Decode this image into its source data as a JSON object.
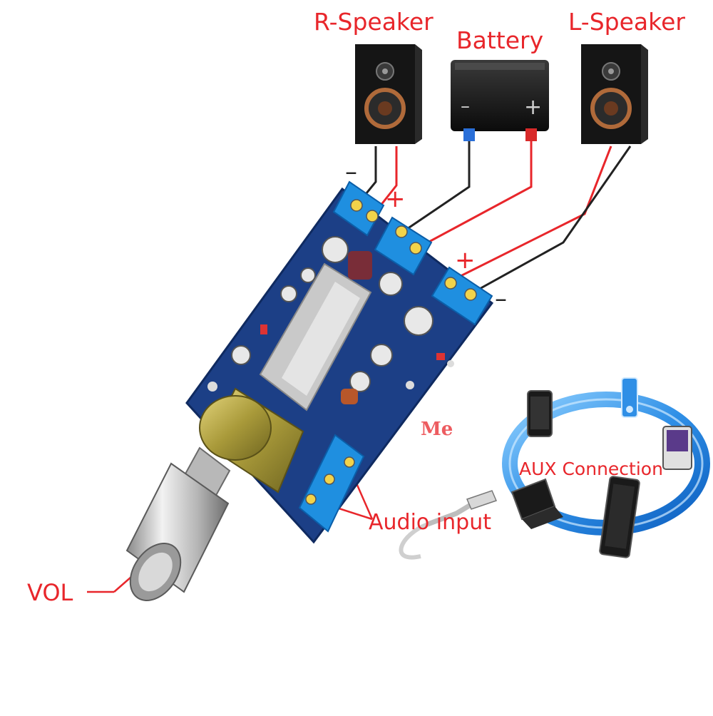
{
  "labels": {
    "r_speaker": "R-Speaker",
    "battery": "Battery",
    "l_speaker": "L-Speaker",
    "aux_connection": "AUX Connection",
    "audio_input": "Audio input",
    "vol": "VOL"
  },
  "polarity": {
    "minus": "–",
    "plus": "+"
  },
  "battery_terminals": {
    "negative": "–",
    "positive": "+"
  },
  "watermark": "Me",
  "colors": {
    "label": "#e8262b",
    "wire_red": "#e8262b",
    "wire_black": "#222222",
    "pcb": "#1c3f86",
    "terminal_block": "#1f8fe0",
    "aux_ring": "#2f8fe6"
  }
}
